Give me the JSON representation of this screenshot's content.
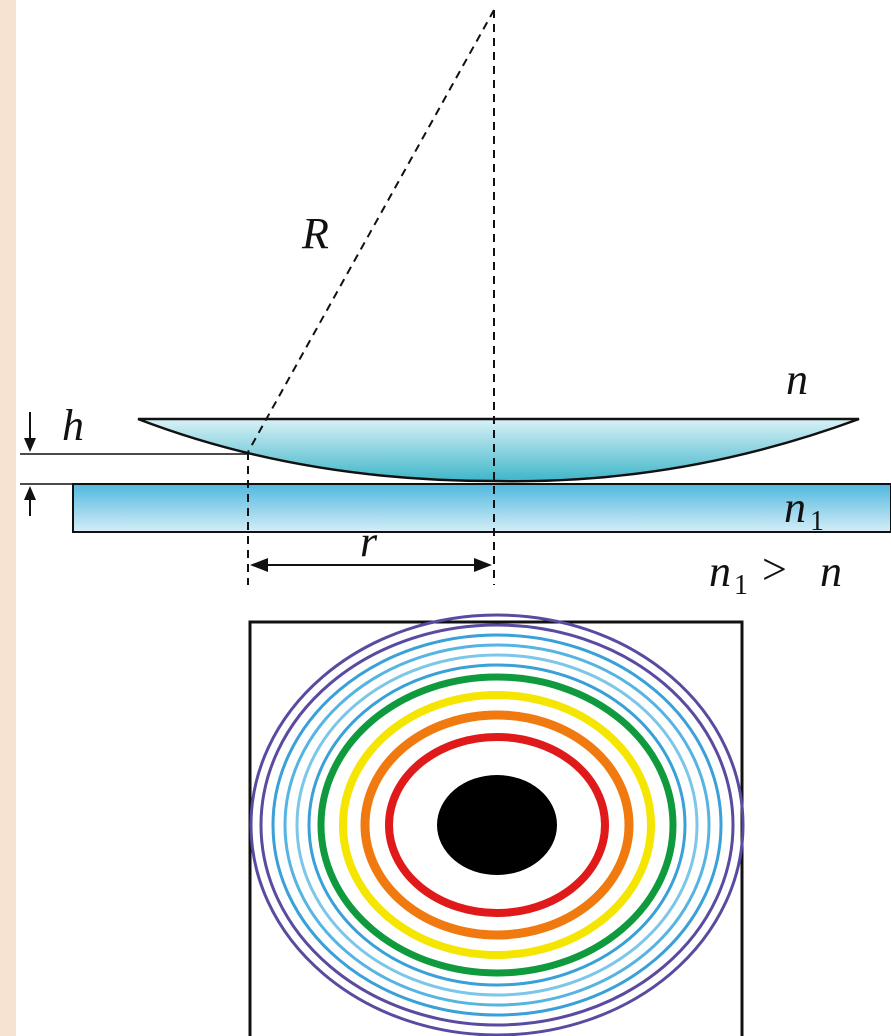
{
  "labels": {
    "R": "R",
    "h": "h",
    "r": "r",
    "n": "n",
    "n1_base": "n",
    "n1_sub": "1",
    "cond_base": "n",
    "cond_sub": "1",
    "cond_rel": ">",
    "cond_rhs": "n"
  },
  "colors": {
    "lens_top": "#d9f1f7",
    "lens_bottom": "#3eb6c9",
    "plate_top": "#4fb8de",
    "plate_bottom": "#d6eef8",
    "left_strip": "#f7e3d2",
    "center_spot": "#000000"
  },
  "rings": [
    {
      "color": "#5a4aa0"
    },
    {
      "color": "#5a4aa0"
    },
    {
      "color": "#3aa0d8"
    },
    {
      "color": "#56b4e2"
    },
    {
      "color": "#7cc6ea"
    },
    {
      "color": "#3aa0d8"
    },
    {
      "color": "#0f9a3d"
    },
    {
      "color": "#f4e600"
    },
    {
      "color": "#f07a10"
    },
    {
      "color": "#e01a1a"
    }
  ]
}
